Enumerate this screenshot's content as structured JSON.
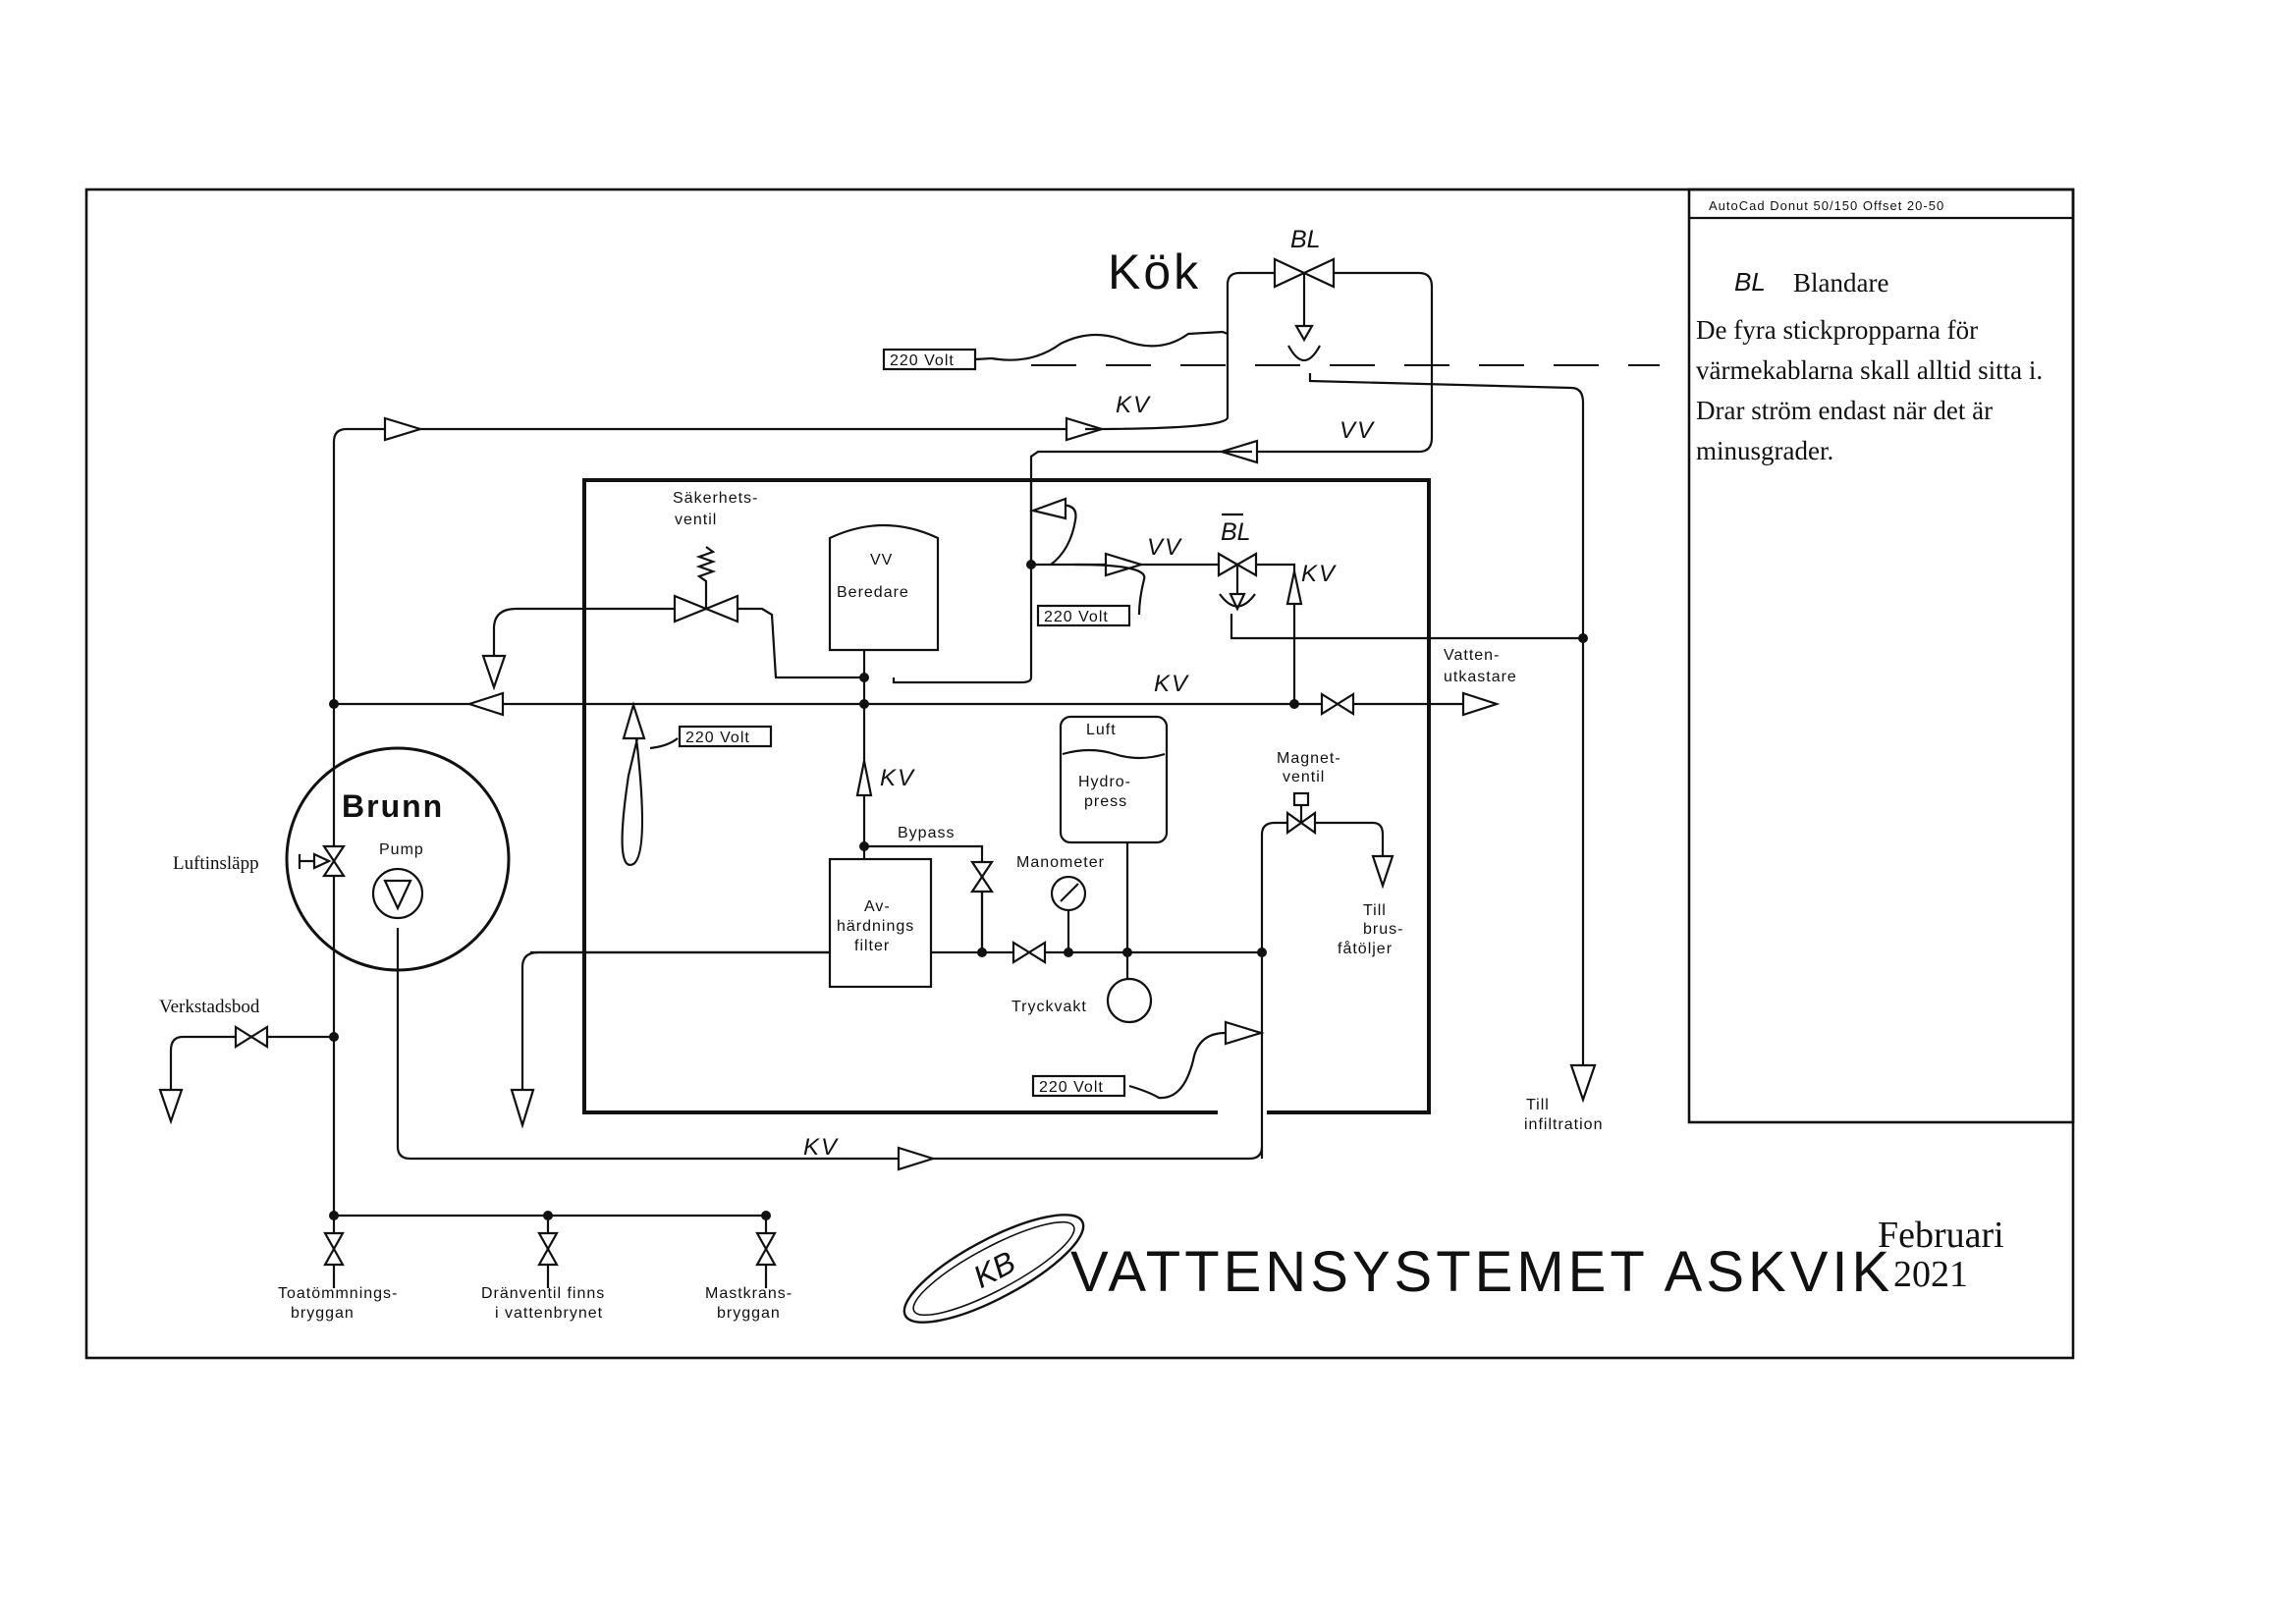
{
  "corner_note": "AutoCad Donut 50/150   Offset 20-50",
  "legend": {
    "symbol": "BL",
    "symbol_text": "Blandare",
    "note_lines": [
      "De fyra stickpropparna för",
      "värmekablarna skall alltid sitta i.",
      "Drar ström endast när det är",
      "minusgrader."
    ]
  },
  "labels": {
    "kok": "Kök",
    "bl_top": "BL",
    "bl_mid": "BL",
    "kv_top": "KV",
    "vv_top": "VV",
    "vv_mid": "VV",
    "kv_mid_right": "KV",
    "kv_main": "KV",
    "kv_vertical": "KV",
    "kv_bottom": "KV",
    "sakerhetsventil_1": "Säkerhets-",
    "sakerhetsventil_2": "ventil",
    "vv_beredare_1": "VV",
    "vv_beredare_2": "Beredare",
    "volt_top": "220 Volt",
    "volt_mid": "220 Volt",
    "volt_left": "220 Volt",
    "volt_bottom": "220 Volt",
    "vattenutkastare_1": "Vatten-",
    "vattenutkastare_2": "utkastare",
    "luft": "Luft",
    "hydropress_1": "Hydro-",
    "hydropress_2": "press",
    "brunn": "Brunn",
    "pump": "Pump",
    "bypass": "Bypass",
    "magnetventil_1": "Magnet-",
    "magnetventil_2": "ventil",
    "manometer": "Manometer",
    "filter_1": "Av-",
    "filter_2": "härdnings",
    "filter_3": "filter",
    "till_brus_1": "Till",
    "till_brus_2": "brus-",
    "till_brus_3": "fåtöljer",
    "tryckvakt": "Tryckvakt",
    "luftinslapp": "Luftinsläpp",
    "verkstadsbod": "Verkstadsbod",
    "till_infiltration_1": "Till",
    "till_infiltration_2": "infiltration",
    "toatommnings_1": "Toatömmnings-",
    "toatommnings_2": "bryggan",
    "dranventil_1": "Dränventil finns",
    "dranventil_2": "i vattenbrynet",
    "mastkrans_1": "Mastkrans-",
    "mastkrans_2": "bryggan"
  },
  "title_block": {
    "logo": "KB",
    "title": "VATTENSYSTEMET ASKVIK",
    "month": "Februari",
    "year": "2021"
  }
}
